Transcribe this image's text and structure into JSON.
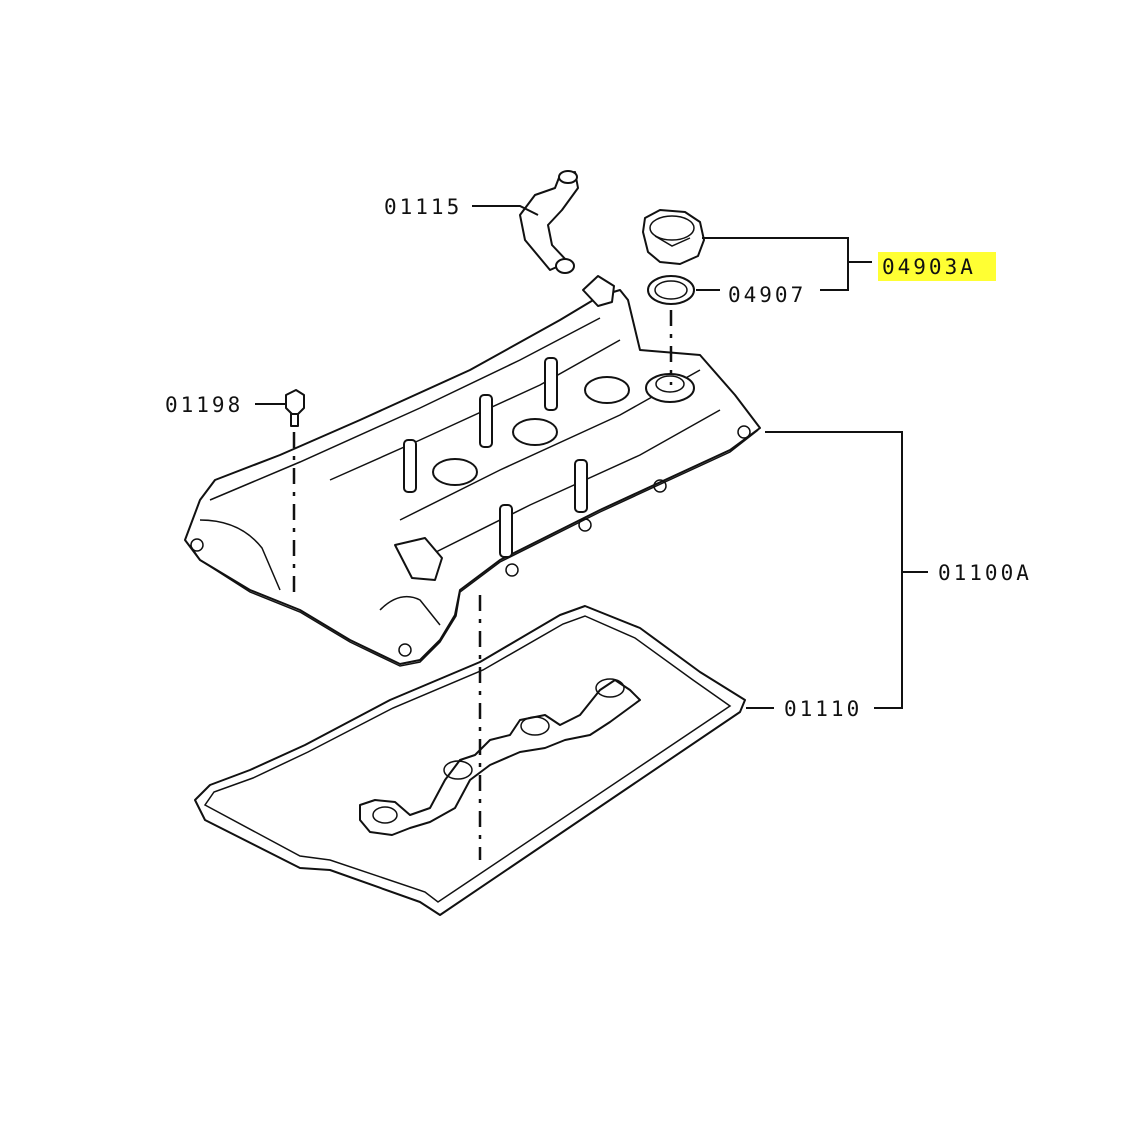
{
  "colors": {
    "line": "#111111",
    "background": "#ffffff",
    "highlight": "#ffff33"
  },
  "callouts": {
    "hose": "01115",
    "oil_cap_assembly": "04903A",
    "oil_cap_gasket": "04907",
    "bolt": "01198",
    "rocker_cover_assembly": "01100A",
    "rocker_cover_gasket": "01110"
  },
  "highlighted_callout": "oil_cap_assembly"
}
